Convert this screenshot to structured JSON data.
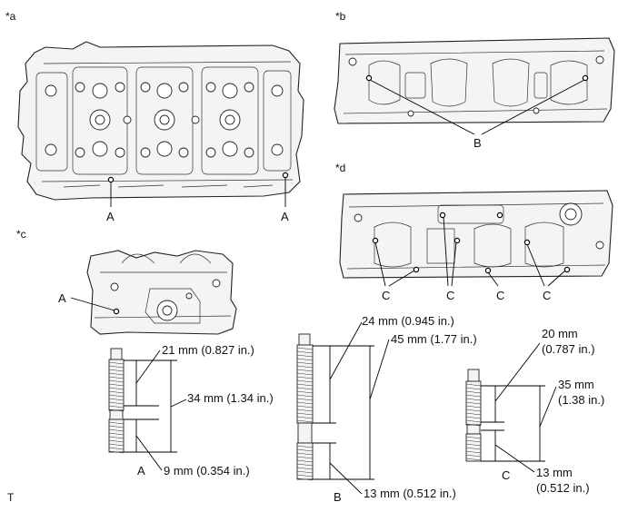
{
  "panels": {
    "a": "*a",
    "b": "*b",
    "c": "*c",
    "d": "*d"
  },
  "heads": {
    "a_left_label": "A",
    "a_right_label": "A",
    "b_label": "B",
    "c_label": "A",
    "d_labels": [
      "C",
      "C",
      "C",
      "C"
    ]
  },
  "studs": {
    "A": {
      "label": "A",
      "top": "21 mm (0.827 in.)",
      "total": "34 mm (1.34 in.)",
      "bottom": "9 mm (0.354 in.)"
    },
    "B": {
      "label": "B",
      "top": "24 mm (0.945 in.)",
      "total": "45 mm (1.77 in.)",
      "bottom": "13 mm (0.512 in.)"
    },
    "C": {
      "label": "C",
      "top_1": "20 mm",
      "top_2": "(0.787 in.)",
      "total_1": "35 mm",
      "total_2": "(1.38 in.)",
      "bottom_1": "13 mm",
      "bottom_2": "(0.512 in.)"
    }
  },
  "footer_mark": "T"
}
